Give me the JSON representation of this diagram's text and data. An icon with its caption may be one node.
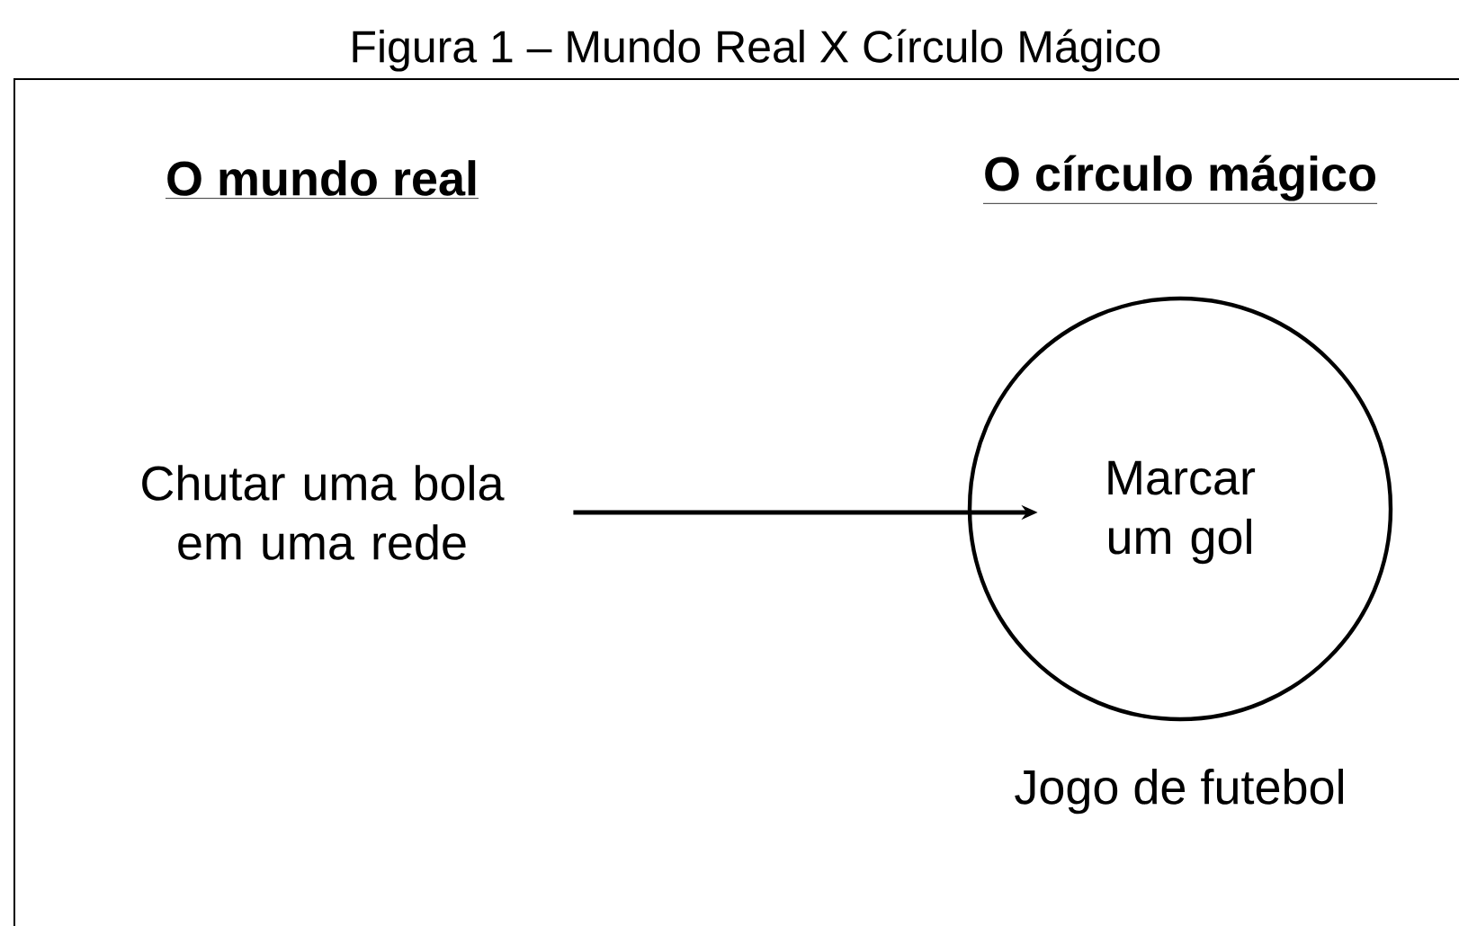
{
  "diagram": {
    "title": "Figura 1 – Mundo Real X Círculo Mágico",
    "nodes": [
      {
        "text": [
          "Chutar uma bola em uma rede"
        ]
      },
      {
        "text": [],
        "shape": "circle",
        "beside": [
          "Jogo de futebol"
        ]
      },
      {
        "text": [
          "Marcar um gol"
        ],
        "in": 1
      }
    ],
    "edges": [
      {
        "from": 0,
        "to": 2,
        "arrow": "to"
      }
    ],
    "labels": [
      "O mundo real",
      "O círculo mágico"
    ]
  }
}
